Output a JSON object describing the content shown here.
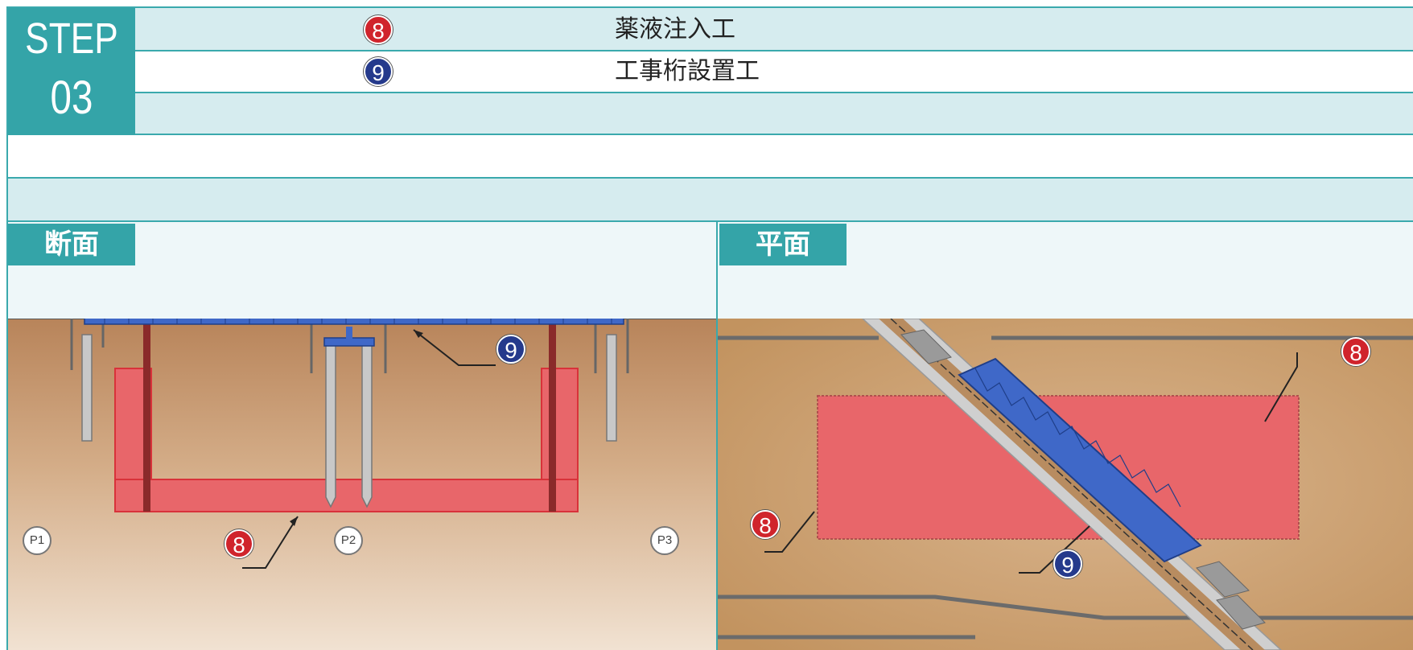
{
  "header": {
    "step_label": "STEP",
    "step_number": "03"
  },
  "tasks": [
    {
      "badge": "8",
      "badge_color": "#d0242c",
      "label": "薬液注入工"
    },
    {
      "badge": "9",
      "badge_color": "#253a8c",
      "label": "工事桁設置工"
    }
  ],
  "section_view": {
    "title": "断面",
    "callouts": [
      "9",
      "8"
    ],
    "piers": [
      "P1",
      "P2",
      "P3"
    ]
  },
  "plan_view": {
    "title": "平面",
    "callouts": [
      "8",
      "8",
      "9"
    ]
  },
  "colors": {
    "teal": "#34a4a8",
    "light_row": "#d6ecef",
    "soil": "#c99a6e",
    "grout_zone": "#e8666a",
    "girder_blue": "#3f68c8",
    "badge_red": "#d0242c",
    "badge_navy": "#253a8c"
  }
}
